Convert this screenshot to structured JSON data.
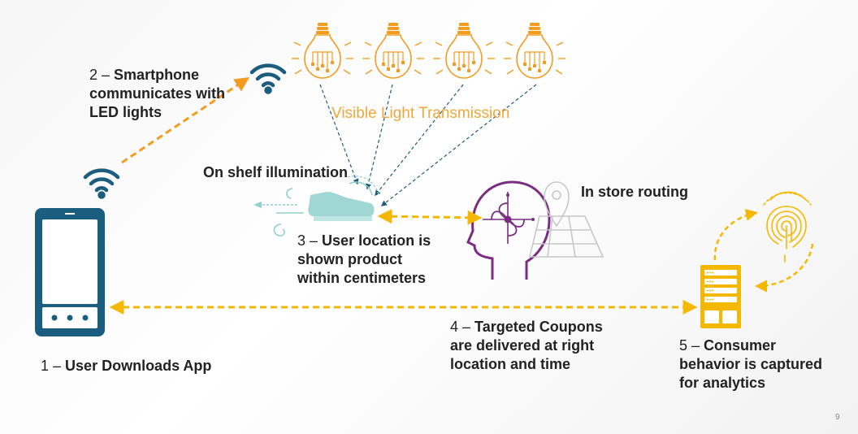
{
  "colors": {
    "phone": "#1b5d7e",
    "orange": "#f39c22",
    "yellow": "#f5b800",
    "purple": "#7a2e82",
    "teal": "#7fc8c8",
    "bulb_text": "#f0a73a",
    "arrow_blue": "#1b5d7e",
    "gray_icon": "#c8c8c8"
  },
  "icons": [
    "wifi-icon",
    "lightbulb-icon",
    "smartphone-icon",
    "shoe-icon",
    "head-profile-icon",
    "location-pin-icon",
    "server-icon",
    "fingerprint-icon"
  ],
  "labels": {
    "step1": {
      "num": "1 –",
      "text": "User Downloads App"
    },
    "step2": {
      "num": "2 –",
      "line1": "Smartphone",
      "line2": "communicates with",
      "line3": "LED lights"
    },
    "step3": {
      "num": "3 –",
      "line1": "User location is",
      "line2": "shown product",
      "line3": "within centimeters"
    },
    "step4": {
      "num": "4 –",
      "line1": "Targeted Coupons",
      "line2": "are delivered at right",
      "line3": "location and time"
    },
    "step5": {
      "num": "5 –",
      "line1": "Consumer",
      "line2": "behavior is captured",
      "line3": "for analytics"
    },
    "on_shelf": "On shelf illumination",
    "in_store": "In store routing",
    "vlt": "Visible Light Transmission"
  },
  "page_number": "9"
}
